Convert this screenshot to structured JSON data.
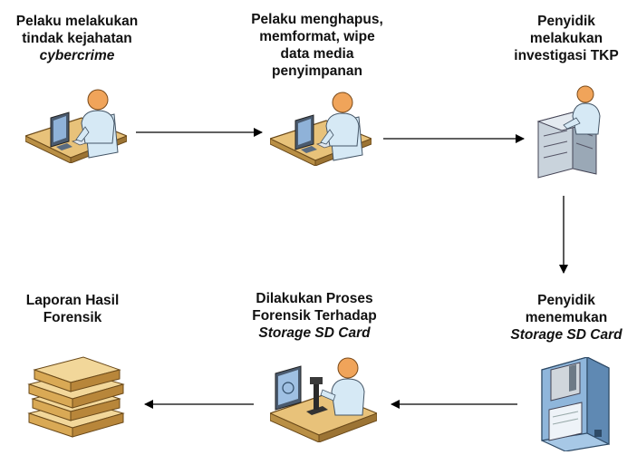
{
  "steps": [
    {
      "lines": [
        "Pelaku melakukan",
        "tindak kejahatan"
      ],
      "italic": "cybercrime",
      "icon": "person-at-computer-icon"
    },
    {
      "lines": [
        "Pelaku menghapus,",
        "memformat, wipe",
        "data media",
        "penyimpanan"
      ],
      "italic": "",
      "icon": "person-at-computer-icon"
    },
    {
      "lines": [
        "Penyidik",
        "melakukan",
        "investigasi TKP"
      ],
      "italic": "",
      "icon": "investigator-workstation-icon"
    },
    {
      "lines": [
        "Penyidik",
        "menemukan"
      ],
      "italic": "Storage SD Card",
      "icon": "floppy-disk-icon"
    },
    {
      "lines": [
        "Dilakukan Proses",
        "Forensik Terhadap"
      ],
      "italic": "Storage SD Card",
      "icon": "lab-microscope-icon"
    },
    {
      "lines": [
        "Laporan Hasil",
        "Forensik"
      ],
      "italic": "",
      "icon": "book-stack-icon"
    }
  ],
  "colors": {
    "line": "#000000",
    "desk": "#e8c27a",
    "person": "#f0a45a",
    "shirt": "#d6e9f5",
    "monitor": "#5a6b80"
  }
}
